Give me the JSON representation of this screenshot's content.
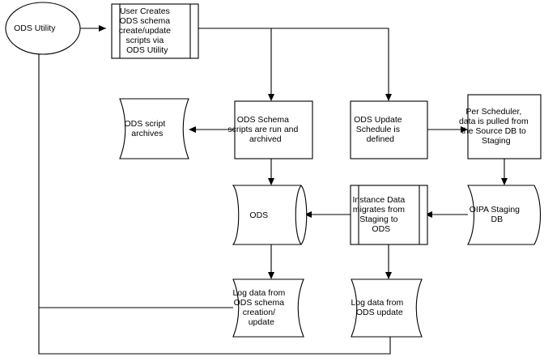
{
  "diagram": {
    "title": "ODS Utility and ODS Update Process Flowchart",
    "background_color": "#ffffff",
    "line_color": "#000000",
    "text_color": "#000000",
    "nodes": {
      "ods_utility": {
        "label": "ODS Utility",
        "shape": "oval",
        "lines": [
          "ODS Utility"
        ]
      },
      "user_creates": {
        "label": "User Creates ODS schema create/update scripts via ODS Utility",
        "shape": "predefined-process",
        "lines": [
          "User Creates",
          "ODS schema",
          "create/update",
          "scripts via",
          "ODS Utility"
        ]
      },
      "ods_script_archives": {
        "label": "ODS script archives",
        "shape": "card",
        "lines": [
          "ODS script",
          "archives"
        ]
      },
      "ods_schema_scripts": {
        "label": "ODS Schema scripts are run and archived",
        "shape": "rectangle",
        "lines": [
          "ODS Schema",
          "scripts are run and",
          "archived"
        ]
      },
      "ods_update_schedule": {
        "label": "ODS Update Schedule is defined",
        "shape": "rectangle",
        "lines": [
          "ODS Update",
          "Schedule is",
          "defined"
        ]
      },
      "per_scheduler": {
        "label": "Per Scheduler, data is pulled from the Source DB to Staging",
        "shape": "rectangle",
        "lines": [
          "Per Scheduler,",
          "data is pulled from",
          "the Source DB to",
          "Staging"
        ]
      },
      "ods": {
        "label": "ODS",
        "shape": "cylinder",
        "lines": [
          "ODS"
        ]
      },
      "instance_data_migrates": {
        "label": "Instance Data migrates from Staging to ODS",
        "shape": "predefined-process",
        "lines": [
          "Instance Data",
          "migrates from",
          "Staging to",
          "ODS"
        ]
      },
      "oipa_staging_db": {
        "label": "OIPA Staging DB",
        "shape": "card",
        "lines": [
          "OIPA Staging",
          "DB"
        ]
      },
      "log_schema": {
        "label": "Log data from ODS schema creation/update",
        "shape": "card",
        "lines": [
          "Log data from",
          "ODS schema",
          "creation/",
          "update"
        ]
      },
      "log_update": {
        "label": "Log data from ODS update",
        "shape": "card",
        "lines": [
          "Log data from",
          "ODS update"
        ]
      }
    },
    "connectors": [
      {
        "name": "ods-utility-to-user-creates",
        "from": "ods_utility",
        "to": "user_creates"
      },
      {
        "name": "user-creates-to-ods-schema-scripts",
        "from": "user_creates",
        "to": "ods_schema_scripts"
      },
      {
        "name": "user-creates-to-ods-update-schedule",
        "from": "user_creates",
        "to": "ods_update_schedule"
      },
      {
        "name": "ods-schema-scripts-to-archives",
        "from": "ods_schema_scripts",
        "to": "ods_script_archives"
      },
      {
        "name": "ods-schema-scripts-to-ods",
        "from": "ods_schema_scripts",
        "to": "ods"
      },
      {
        "name": "ods-update-schedule-to-per-scheduler",
        "from": "ods_update_schedule",
        "to": "per_scheduler"
      },
      {
        "name": "per-scheduler-to-oipa-staging-db",
        "from": "per_scheduler",
        "to": "oipa_staging_db"
      },
      {
        "name": "oipa-staging-db-to-instance-data",
        "from": "oipa_staging_db",
        "to": "instance_data_migrates"
      },
      {
        "name": "instance-data-to-ods",
        "from": "instance_data_migrates",
        "to": "ods"
      },
      {
        "name": "ods-to-log-schema",
        "from": "ods",
        "to": "log_schema"
      },
      {
        "name": "instance-data-to-log-update",
        "from": "instance_data_migrates",
        "to": "log_update"
      },
      {
        "name": "log-schema-to-ods-utility",
        "from": "log_schema",
        "to": "ods_utility"
      },
      {
        "name": "log-update-to-ods-utility",
        "from": "log_update",
        "to": "ods_utility"
      }
    ]
  }
}
